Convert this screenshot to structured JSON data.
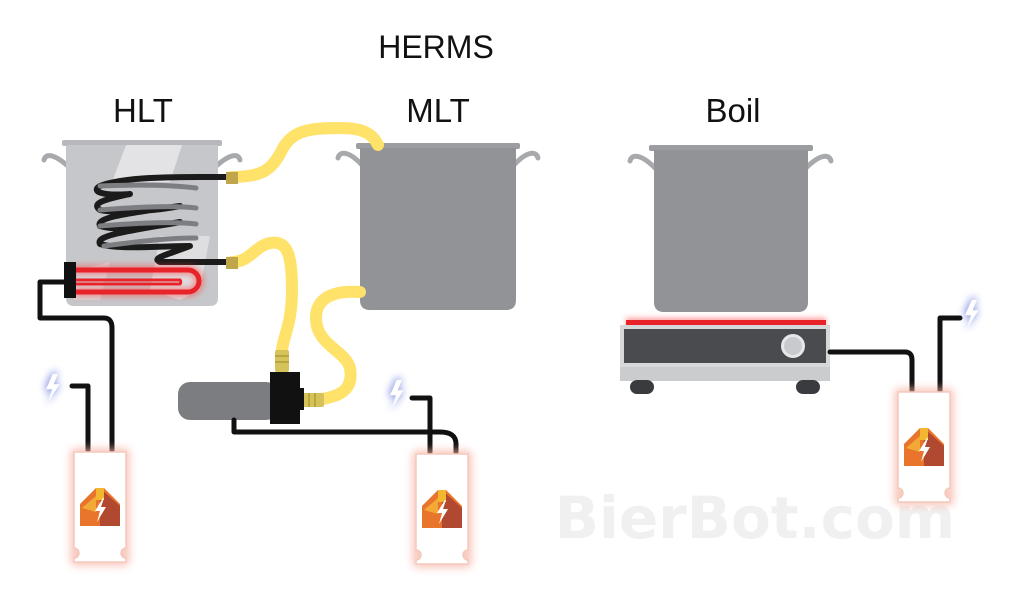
{
  "title": "HERMS",
  "vessels": {
    "hlt": {
      "label": "HLT"
    },
    "mlt": {
      "label": "MLT"
    },
    "boil": {
      "label": "Boil"
    }
  },
  "watermark": "BierBot.com",
  "icons": [
    "lightning-bolt-icon",
    "bierbot-logo-icon",
    "heating-coil-icon",
    "pump-icon",
    "induction-cooktop-icon"
  ],
  "colors": {
    "hose": "#ffe26a",
    "heating_element": "#e8232a",
    "vessel": "#929396",
    "controller_glow": "#f6b3a3",
    "bolt": "#4b5fd6"
  }
}
